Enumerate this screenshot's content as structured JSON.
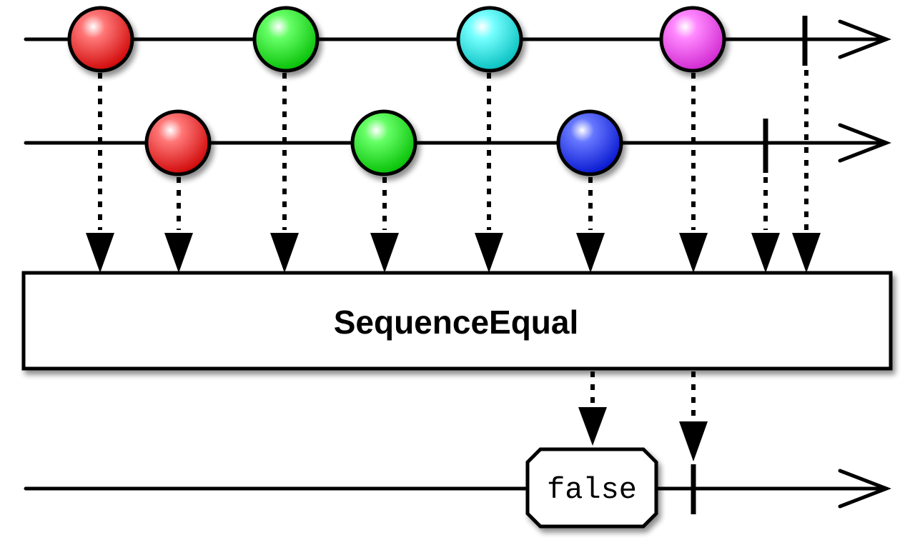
{
  "operator": {
    "label": "SequenceEqual"
  },
  "source1": {
    "marbles": [
      "red",
      "green",
      "cyan",
      "magenta"
    ]
  },
  "source2": {
    "marbles": [
      "red",
      "green",
      "blue"
    ]
  },
  "result": {
    "value": "false"
  },
  "colors": {
    "red": "#ee1111",
    "green": "#11dd11",
    "cyan": "#22dddd",
    "magenta": "#ee44ee",
    "blue": "#1133ee"
  }
}
